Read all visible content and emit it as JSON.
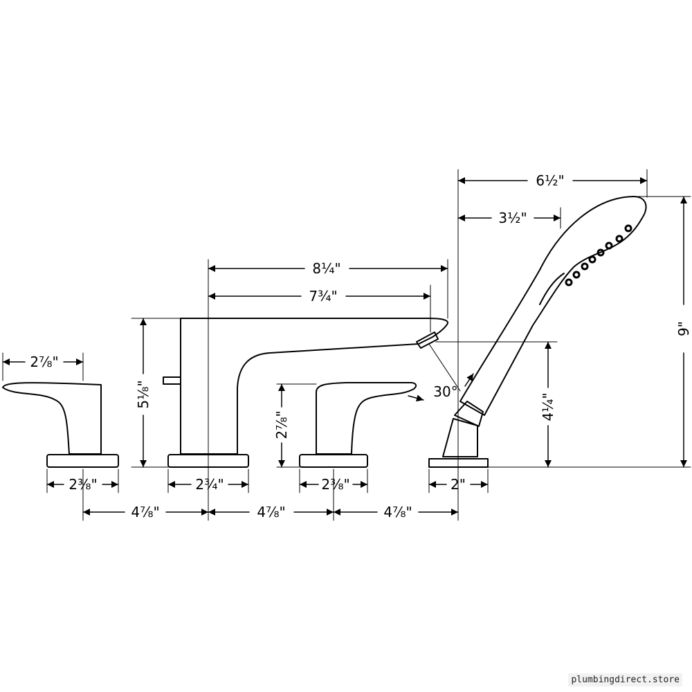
{
  "dimensions": {
    "left_handle_width": "2⅞\"",
    "left_base_width": "2⅜\"",
    "spout_height": "5⅛\"",
    "spout_reach_total": "8¼\"",
    "spout_reach_outlet": "7¾\"",
    "spout_base_width": "2¾\"",
    "right_handle_height": "2⅞\"",
    "right_base_width": "2⅜\"",
    "spray_angle": "30°",
    "handshower_reach_total": "6½\"",
    "handshower_reach_mid": "3½\"",
    "handshower_height_total": "9\"",
    "handshower_holder_height": "4¼\"",
    "handshower_base_width": "2\"",
    "spacing_1": "4⅞\"",
    "spacing_2": "4⅞\"",
    "spacing_3": "4⅞\""
  },
  "watermark": "plumbingdirect.store",
  "colors": {
    "line": "#000000",
    "background": "#ffffff"
  }
}
